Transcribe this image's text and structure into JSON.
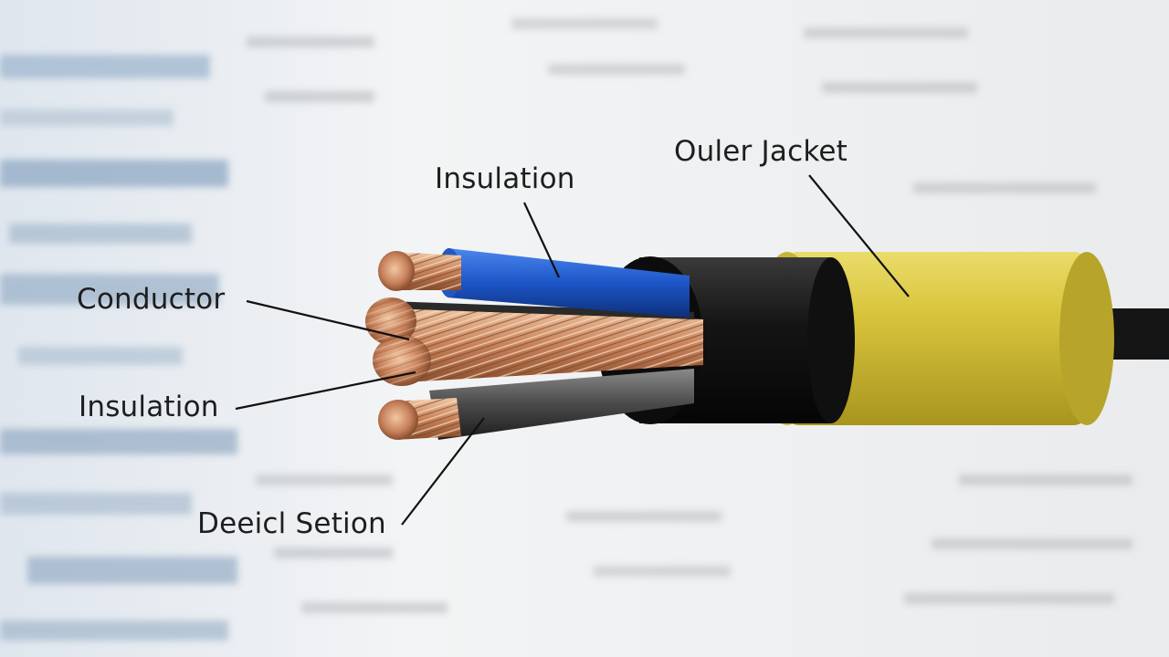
{
  "diagram": {
    "labels": {
      "insulation_top": "Insulation",
      "outer_jacket": "Ouler Jacket",
      "conductor": "Conductor",
      "insulation_left": "Insulation",
      "detail_section": "Deeicl Setion"
    },
    "colors": {
      "outer_jacket": "#d8c63a",
      "inner_sheath": "#151515",
      "blue_insulation": "#1c56c8",
      "copper": "#c8825a",
      "grey_insulation": "#4a4a4a",
      "label_text": "#1e1e1e"
    }
  }
}
